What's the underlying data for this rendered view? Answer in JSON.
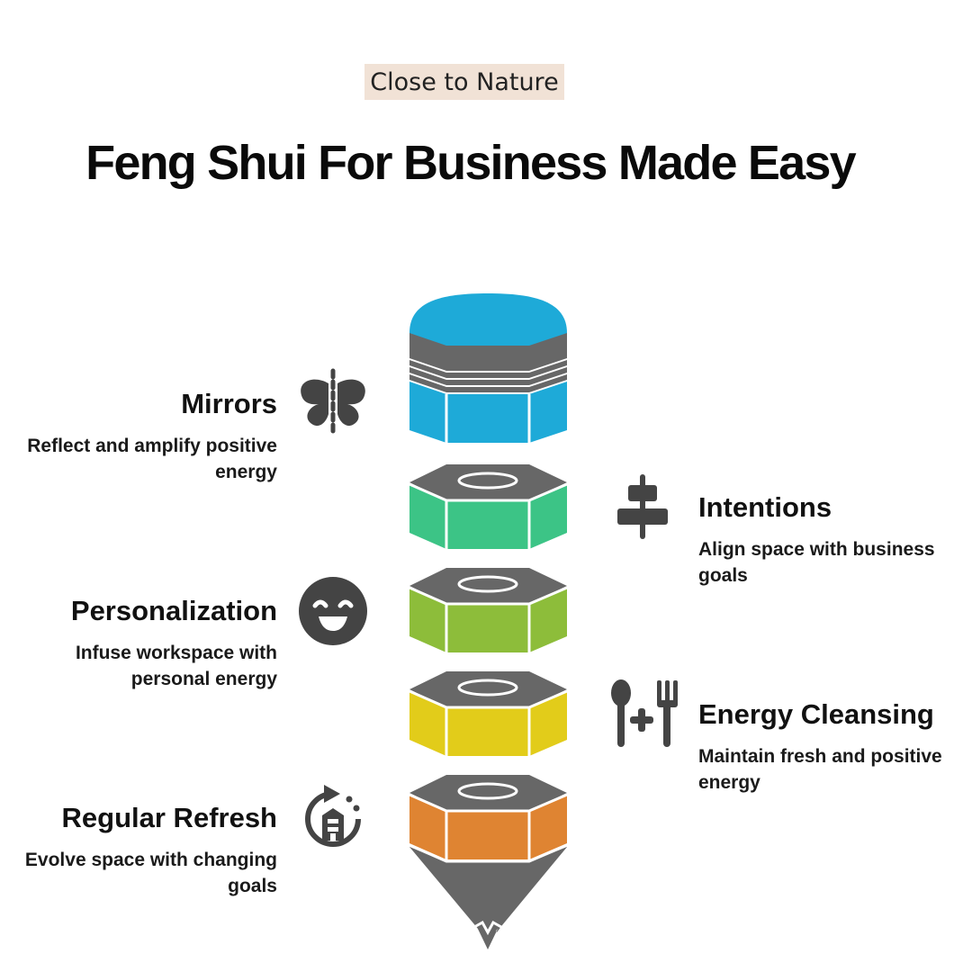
{
  "tag": "Close to Nature",
  "title": "Feng Shui For Business Made Easy",
  "items": [
    {
      "heading": "Mirrors",
      "description_1": "Reflect and amplify positive",
      "description_2": "energy",
      "icon": "butterfly-icon",
      "color": "#1eaad8"
    },
    {
      "heading": "Intentions",
      "description_1": "Align space with business",
      "description_2": "goals",
      "icon": "align-center-icon",
      "color": "#3cc486"
    },
    {
      "heading": "Personalization",
      "description_1": "Infuse workspace with",
      "description_2": "personal energy",
      "icon": "smile-icon",
      "color": "#8dbd3a"
    },
    {
      "heading": "Energy Cleansing",
      "description_1": "Maintain fresh and positive",
      "description_2": "energy",
      "icon": "utensils-plus-icon",
      "color": "#e2cc1a"
    },
    {
      "heading": "Regular Refresh",
      "description_1": "Evolve space with changing",
      "description_2": "goals",
      "icon": "refresh-building-icon",
      "color": "#df8432"
    }
  ],
  "colors": {
    "gray": "#676767",
    "icon": "#444444",
    "tag_bg": "#f1e2d6"
  }
}
